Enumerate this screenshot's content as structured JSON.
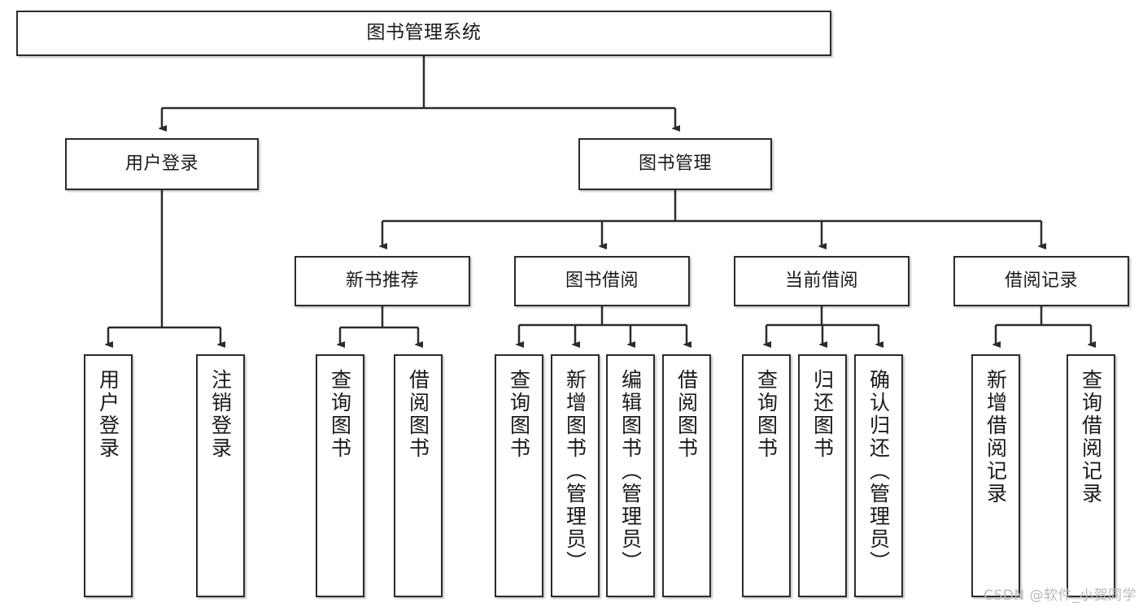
{
  "diagram": {
    "title": "图书管理系统",
    "type": "tree-hierarchy",
    "root": {
      "label": "图书管理系统"
    },
    "level2": [
      {
        "label": "用户登录"
      },
      {
        "label": "图书管理"
      }
    ],
    "level3": [
      {
        "label": "新书推荐"
      },
      {
        "label": "图书借阅"
      },
      {
        "label": "当前借阅"
      },
      {
        "label": "借阅记录"
      }
    ],
    "leaves": {
      "user_login": [
        {
          "label": "用户登录"
        },
        {
          "label": "注销登录"
        }
      ],
      "new_book_recommend": [
        {
          "label": "查询图书"
        },
        {
          "label": "借阅图书"
        }
      ],
      "book_borrow": [
        {
          "label": "查询图书"
        },
        {
          "label": "新增图书（管理员）"
        },
        {
          "label": "编辑图书（管理员）"
        },
        {
          "label": "借阅图书"
        }
      ],
      "current_borrow": [
        {
          "label": "查询图书"
        },
        {
          "label": "归还图书"
        },
        {
          "label": "确认归还（管理员）"
        }
      ],
      "borrow_records": [
        {
          "label": "新增借阅记录"
        },
        {
          "label": "查询借阅记录"
        }
      ]
    }
  },
  "watermark": {
    "text": "CSDN @软件_小贺同学"
  },
  "colors": {
    "border": "#2b2b2b",
    "background": "#ffffff",
    "text": "#1a1a1a",
    "watermark": "#b9b9b9"
  }
}
